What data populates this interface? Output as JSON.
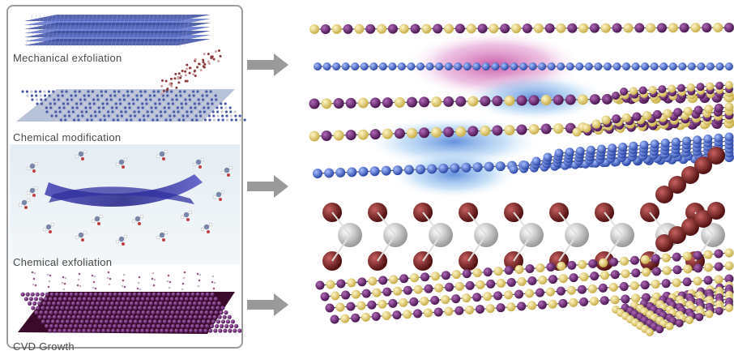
{
  "panels": [
    {
      "label": "Mechanical exfoliation"
    },
    {
      "label": "Chemical modification"
    },
    {
      "label": "Chemical exfoliation"
    },
    {
      "label": "CVD Growth"
    }
  ],
  "colors": {
    "frame": "#9c9c9c",
    "arrow": "#9a9a9a",
    "yellow_atom": "#e6d27a",
    "purple_atom": "#6b2a6e",
    "blue_atom": "#4a6ed0",
    "maroon_atom": "#7a1c1c",
    "white_atom": "#e8e8e8",
    "cloud_magenta": "#c04aa0",
    "cloud_blue": "#6aa8e0"
  }
}
